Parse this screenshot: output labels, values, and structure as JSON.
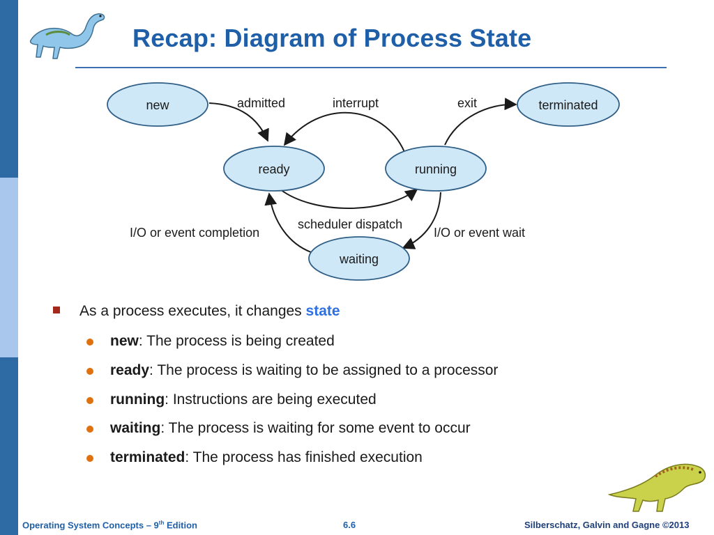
{
  "slide": {
    "title": "Recap: Diagram of Process State"
  },
  "diagram": {
    "states": {
      "new": "new",
      "ready": "ready",
      "running": "running",
      "waiting": "waiting",
      "terminated": "terminated"
    },
    "transitions": {
      "admitted": "admitted",
      "interrupt": "interrupt",
      "exit": "exit",
      "scheduler_dispatch": "scheduler dispatch",
      "io_completion": "I/O or event completion",
      "io_wait": "I/O or event wait"
    },
    "node_fill": "#cfe8f8",
    "node_stroke": "#2f5e86"
  },
  "bullets": {
    "main_text": "As a process executes, it changes ",
    "main_highlight": "state",
    "items": [
      {
        "term": "new",
        "desc": ":  The process is being created"
      },
      {
        "term": "ready",
        "desc": ":  The process is waiting to be assigned to a processor"
      },
      {
        "term": "running",
        "desc": ":  Instructions are being executed"
      },
      {
        "term": "waiting",
        "desc": ":  The process is waiting for some event to occur"
      },
      {
        "term": "terminated",
        "desc": ":  The process has finished execution"
      }
    ]
  },
  "footer": {
    "book_prefix": "Operating System Concepts – 9",
    "book_sup": "th",
    "book_suffix": " Edition",
    "page": "6.6",
    "authors": "Silberschatz, Galvin and Gagne ©2013"
  },
  "colors": {
    "title": "#1f5fa8",
    "accent": "#2f6fe0",
    "bullet_square": "#a4281c",
    "bullet_dot": "#e0710f",
    "side_band_dark": "#2e6aa3",
    "side_band_light": "#a9c7ec"
  }
}
